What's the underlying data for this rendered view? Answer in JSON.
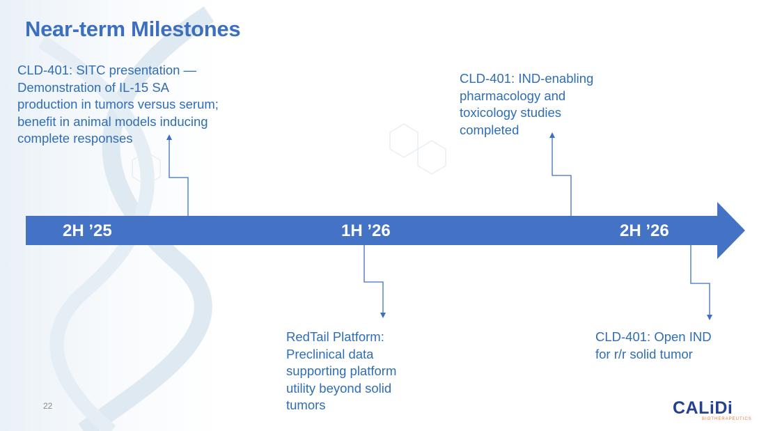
{
  "title": "Near-term Milestones",
  "timeline": {
    "periods": [
      "2H ’25",
      "1H ’26",
      "2H ’26"
    ],
    "color": "#4472c4"
  },
  "milestones": [
    {
      "lines": [
        "CLD-401: SITC presentation —",
        "Demonstration of IL-15 SA",
        "production in tumors versus serum;",
        "benefit in animal models inducing",
        "complete responses"
      ]
    },
    {
      "lines": [
        "CLD-401: IND-enabling",
        "pharmacology and",
        "toxicology studies",
        "completed"
      ]
    },
    {
      "lines": [
        "RedTail Platform:",
        "Preclinical data",
        "supporting platform",
        "utility beyond solid",
        "tumors"
      ]
    },
    {
      "lines": [
        "CLD-401: Open IND",
        "for r/r solid tumor"
      ]
    }
  ],
  "page_number": "22",
  "logo": {
    "name": "CALiDi",
    "subtitle": "BIOTHERAPEUTICS"
  }
}
